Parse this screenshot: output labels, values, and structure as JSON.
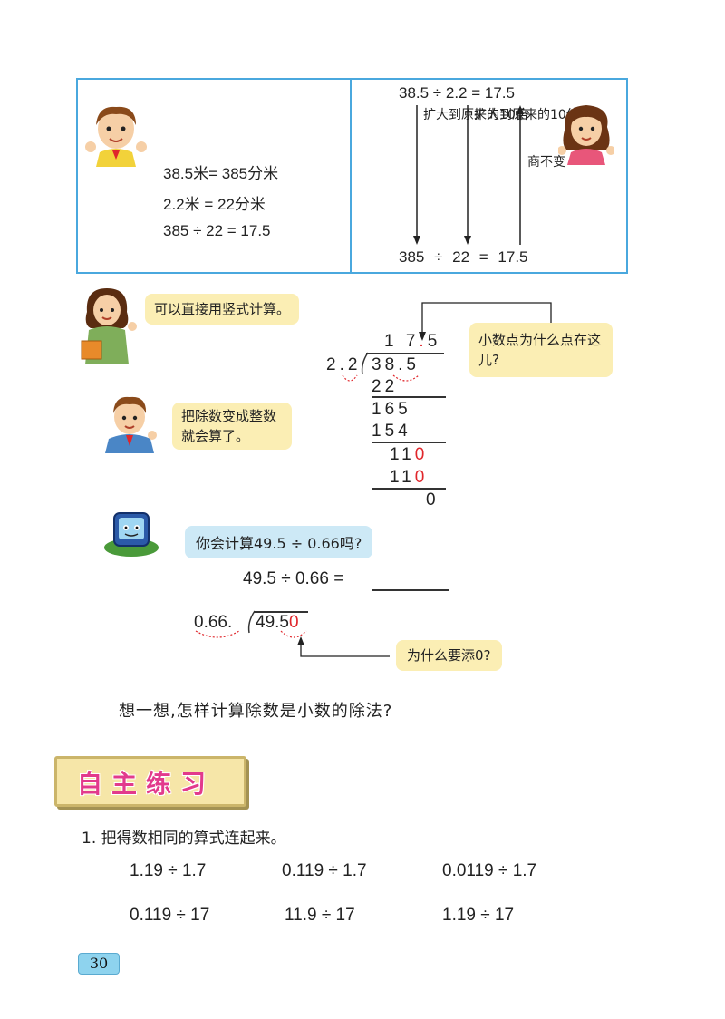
{
  "top_box": {
    "left": {
      "line1": "38.5米= 385分米",
      "line2": "2.2米 = 22分米",
      "line3": "385 ÷ 22 = 17.5"
    },
    "right": {
      "top_eq": "38.5 ÷ 2.2 = 17.5",
      "arrow1_label": "扩大到原来的10倍",
      "arrow2_label": "扩大到原来的10倍",
      "arrow3_label": "商不变",
      "bottom_eq": "385 ÷ 22 = 17.5"
    }
  },
  "bubbles": {
    "teacher": "可以直接用竖式计算。",
    "boy": "把除数变成整数就会算了。",
    "decimal_point": "小数点为什么点在这儿?",
    "robot": "你会计算49.5 ÷ 0.66吗?",
    "add_zero": "为什么要添0?"
  },
  "long_division": {
    "quotient_a": "1 7",
    "quotient_dot": ".",
    "quotient_b": "5",
    "divisor": "2.2",
    "dividend": "38.5",
    "row1": "22",
    "row2": "165",
    "row3": "154",
    "row4_a": "11",
    "row4_b": "0",
    "row5_a": "11",
    "row5_b": "0",
    "remainder": "0"
  },
  "question": {
    "equation": "49.5 ÷ 0.66 =",
    "div_divisor": "0.66.",
    "div_dividend_a": "49.5",
    "div_dividend_b": "0",
    "think": "想一想,怎样计算除数是小数的除法?"
  },
  "practice": {
    "title": "自主练习",
    "instruction": "1. 把得数相同的算式连起来。",
    "row1": [
      "1.19 ÷ 1.7",
      "0.119 ÷ 1.7",
      "0.0119 ÷ 1.7"
    ],
    "row2": [
      "0.119 ÷ 17",
      "11.9 ÷ 17",
      "1.19 ÷ 17"
    ]
  },
  "page_number": "30",
  "colors": {
    "box_border": "#4aa8de",
    "red_digit": "#e0262b",
    "bubble_yellow": "#fbeeb4",
    "bubble_blue": "#cde9f6"
  }
}
